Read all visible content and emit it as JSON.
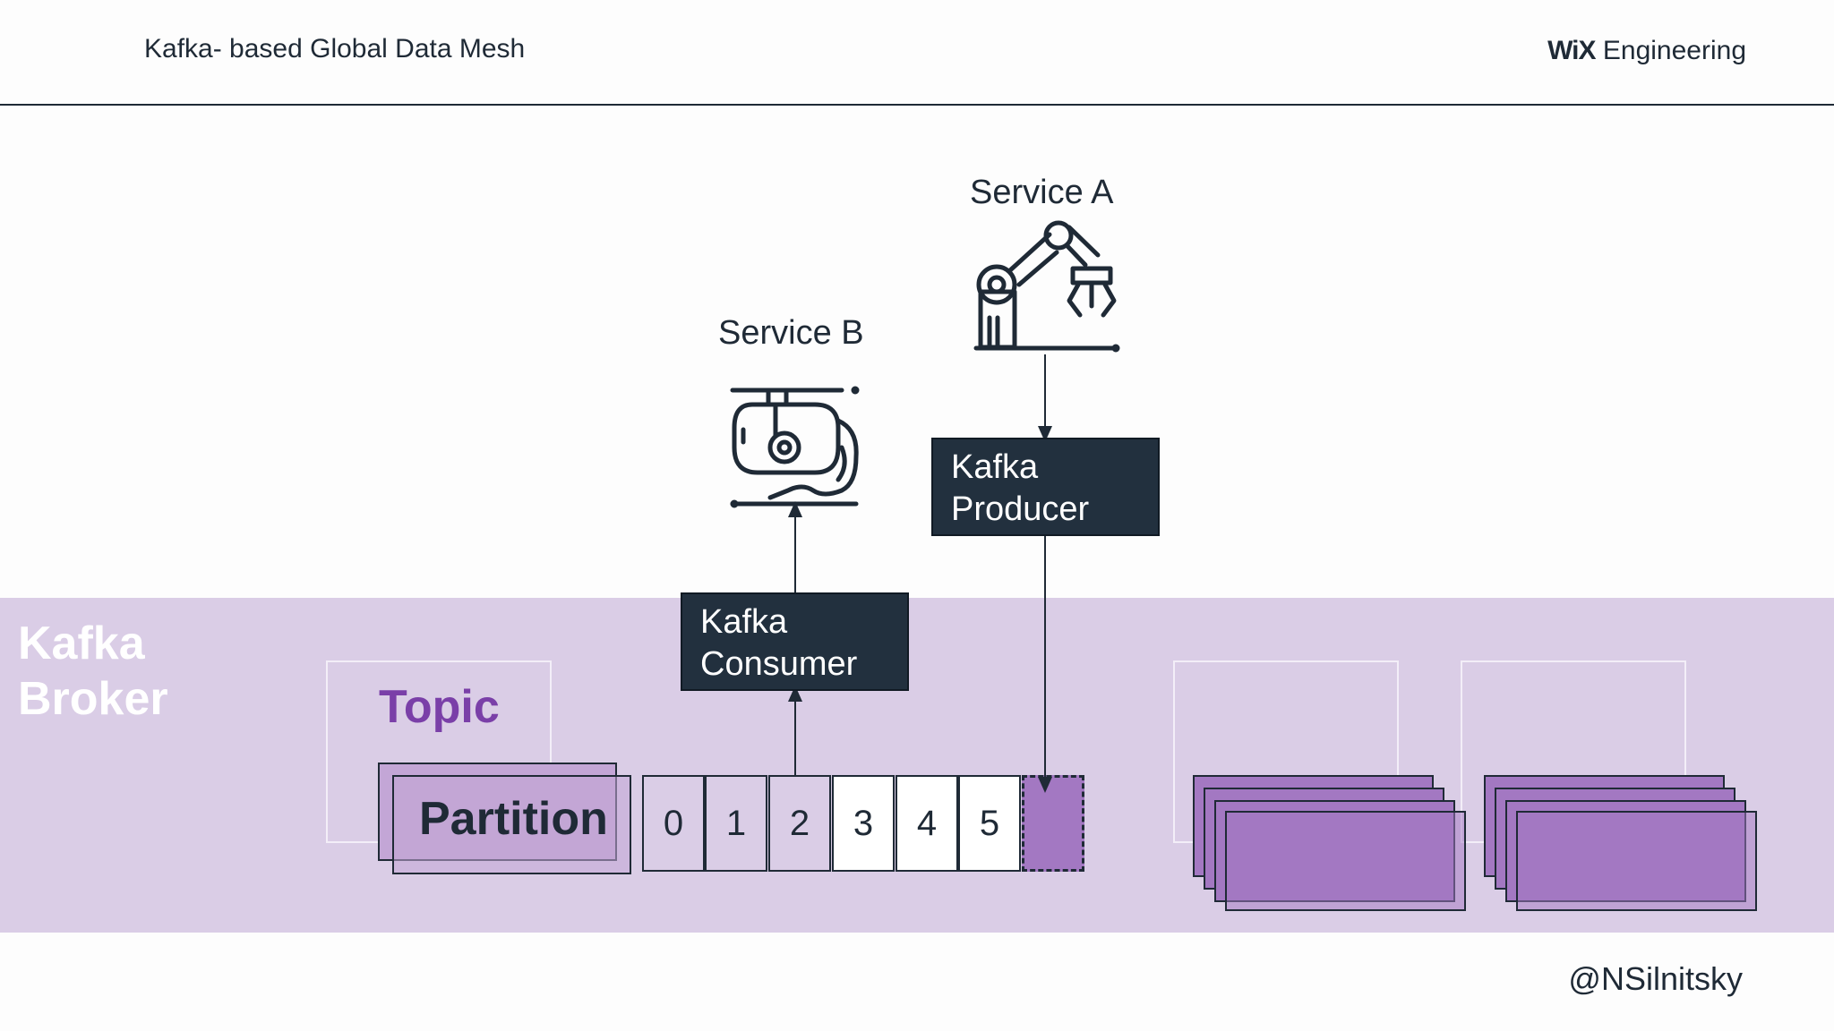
{
  "header": {
    "title": "Kafka- based Global Data Mesh",
    "brand_logo": "WiX",
    "brand_suffix": "Engineering"
  },
  "broker": {
    "label_line1": "Kafka",
    "label_line2": "Broker"
  },
  "topic": {
    "label": "Topic"
  },
  "partition": {
    "label": "Partition",
    "offsets": [
      "0",
      "1",
      "2",
      "3",
      "4",
      "5"
    ]
  },
  "service_a": {
    "label": "Service A",
    "icon": "robot-arm-icon"
  },
  "service_b": {
    "label": "Service B",
    "icon": "machine-icon"
  },
  "producer": {
    "line1": "Kafka",
    "line2": "Producer"
  },
  "consumer": {
    "line1": "Kafka",
    "line2": "Consumer"
  },
  "footer": {
    "handle": "@NSilnitsky"
  },
  "colors": {
    "dark": "#1f2a36",
    "box_dark": "#22303e",
    "band": "#dacde6",
    "purple_text": "#7a3fa8",
    "purple_fill": "#a378c2",
    "partition_fill": "#c3a6d6"
  }
}
